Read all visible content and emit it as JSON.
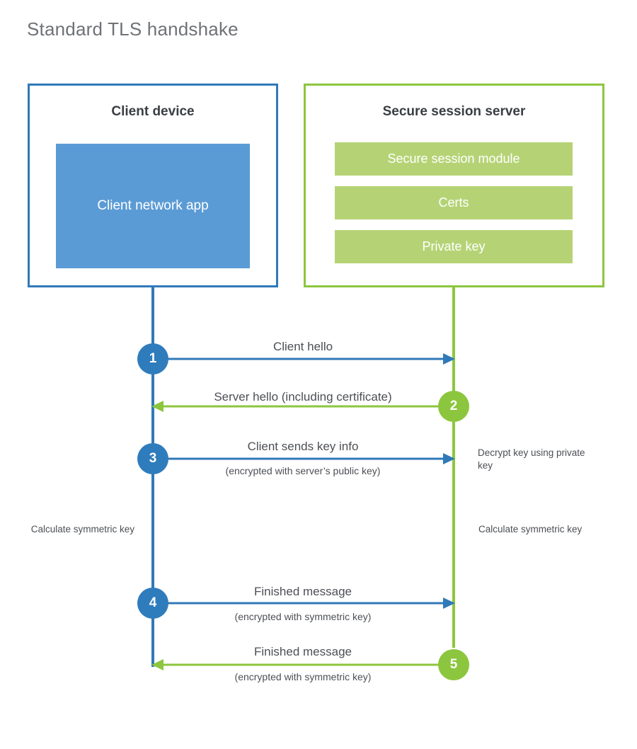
{
  "title": "Standard TLS handshake",
  "colors": {
    "client_accent": "#3079b8",
    "client_node": "#2f7cbd",
    "client_app_fill": "#5b9bd5",
    "server_accent": "#8cc63e",
    "server_node": "#8cc63e",
    "server_module_fill": "#b5d375",
    "text": "#4c4f54",
    "title_text": "#6f7276",
    "background": "#ffffff"
  },
  "client": {
    "title": "Client device",
    "app_label": "Client network app"
  },
  "server": {
    "title": "Secure session server",
    "modules": [
      {
        "label": "Secure session module"
      },
      {
        "label": "Certs"
      },
      {
        "label": "Private key"
      }
    ]
  },
  "steps": [
    {
      "number": "1",
      "actor": "client",
      "direction": "right",
      "label": "Client hello",
      "sublabel": ""
    },
    {
      "number": "2",
      "actor": "server",
      "direction": "left",
      "label": "Server hello (including certificate)",
      "sublabel": ""
    },
    {
      "number": "3",
      "actor": "client",
      "direction": "right",
      "label": "Client sends key info",
      "sublabel": "(encrypted with server’s public key)"
    },
    {
      "number": "4",
      "actor": "client",
      "direction": "right",
      "label": "Finished message",
      "sublabel": "(encrypted with symmetric key)"
    },
    {
      "number": "5",
      "actor": "server",
      "direction": "left",
      "label": "Finished message",
      "sublabel": "(encrypted with symmetric key)"
    }
  ],
  "annotations": {
    "decrypt_note": "Decrypt key using private key",
    "client_calc_note": "Calculate symmetric key",
    "server_calc_note": "Calculate symmetric key"
  }
}
